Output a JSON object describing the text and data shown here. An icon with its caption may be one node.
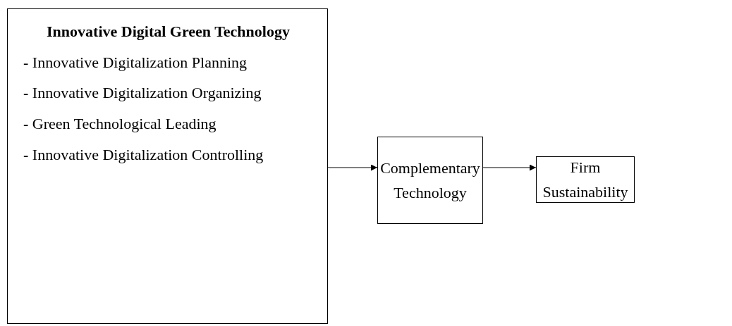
{
  "diagram": {
    "nodes": [
      {
        "text": [
          "Innovative Digital Green Technology",
          "- Innovative Digitalization Planning",
          "- Innovative Digitalization Organizing",
          "- Green Technological Leading",
          "- Innovative Digitalization Controlling"
        ]
      },
      {
        "text": [
          "Complementary Technology"
        ]
      },
      {
        "text": [
          "Firm Sustainability"
        ]
      }
    ],
    "edges": [
      {
        "from": 0,
        "to": 1,
        "arrow": "to"
      },
      {
        "from": 1,
        "to": 2,
        "arrow": "to"
      }
    ]
  }
}
